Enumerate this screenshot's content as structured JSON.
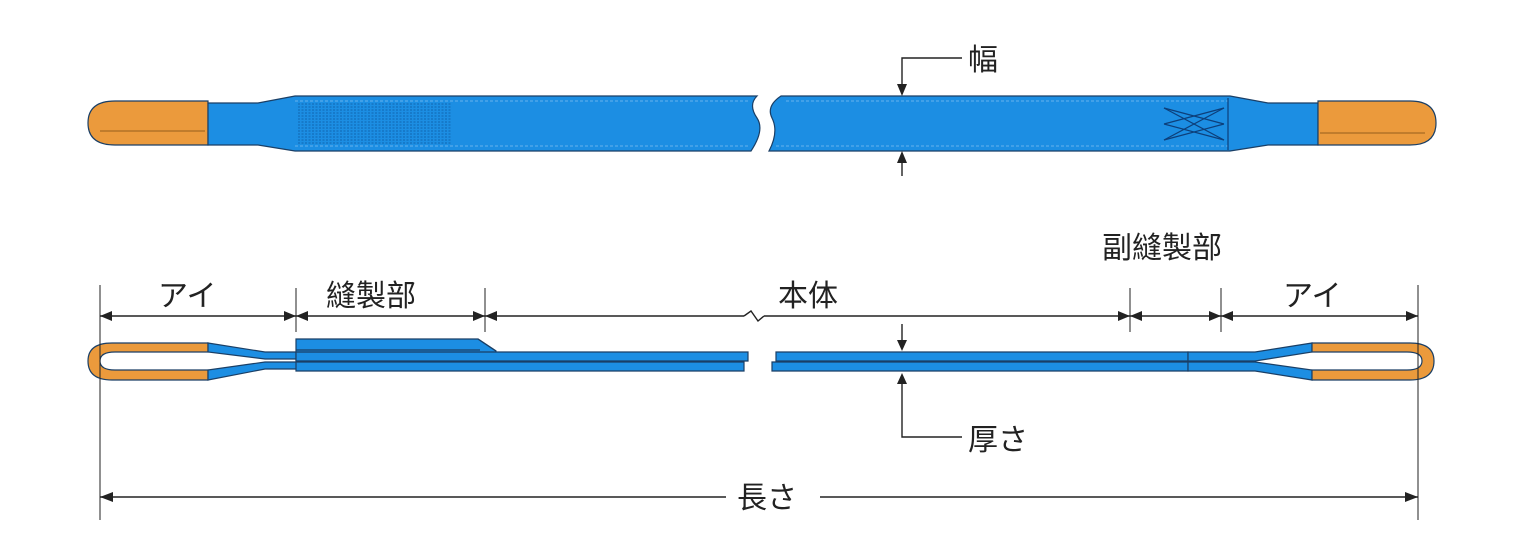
{
  "labels": {
    "width": "幅",
    "thickness": "厚さ",
    "length": "長さ",
    "eye_left": "アイ",
    "eye_right": "アイ",
    "sewn_section": "縫製部",
    "body": "本体",
    "secondary_sewn_section": "副縫製部"
  },
  "colors": {
    "webbing": "#1c8ee3",
    "webbing_edge": "#1a3f66",
    "eye_sleeve": "#eb9a3c",
    "dimension_line": "#222222",
    "background": "#ffffff"
  }
}
